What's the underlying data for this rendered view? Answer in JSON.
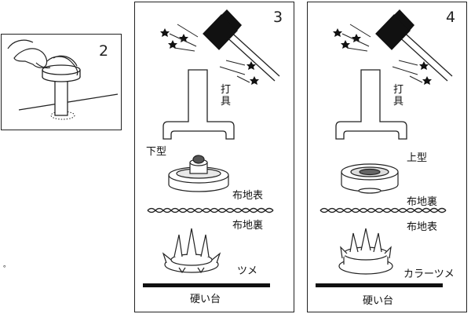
{
  "panels": [
    {
      "number": "2"
    },
    {
      "number": "3",
      "tool_label": [
        "打",
        "具"
      ],
      "die_label": "下型",
      "fabric_top_label": "布地表",
      "fabric_bottom_label": "布地裏",
      "prong_label": "ツメ",
      "base_label": "硬い台"
    },
    {
      "number": "4",
      "tool_label": [
        "打",
        "具"
      ],
      "die_label": "上型",
      "fabric_top_label": "布地裏",
      "fabric_bottom_label": "布地表",
      "prong_label": "カラーツメ",
      "base_label": "硬い台"
    }
  ],
  "margin_mark": "。"
}
